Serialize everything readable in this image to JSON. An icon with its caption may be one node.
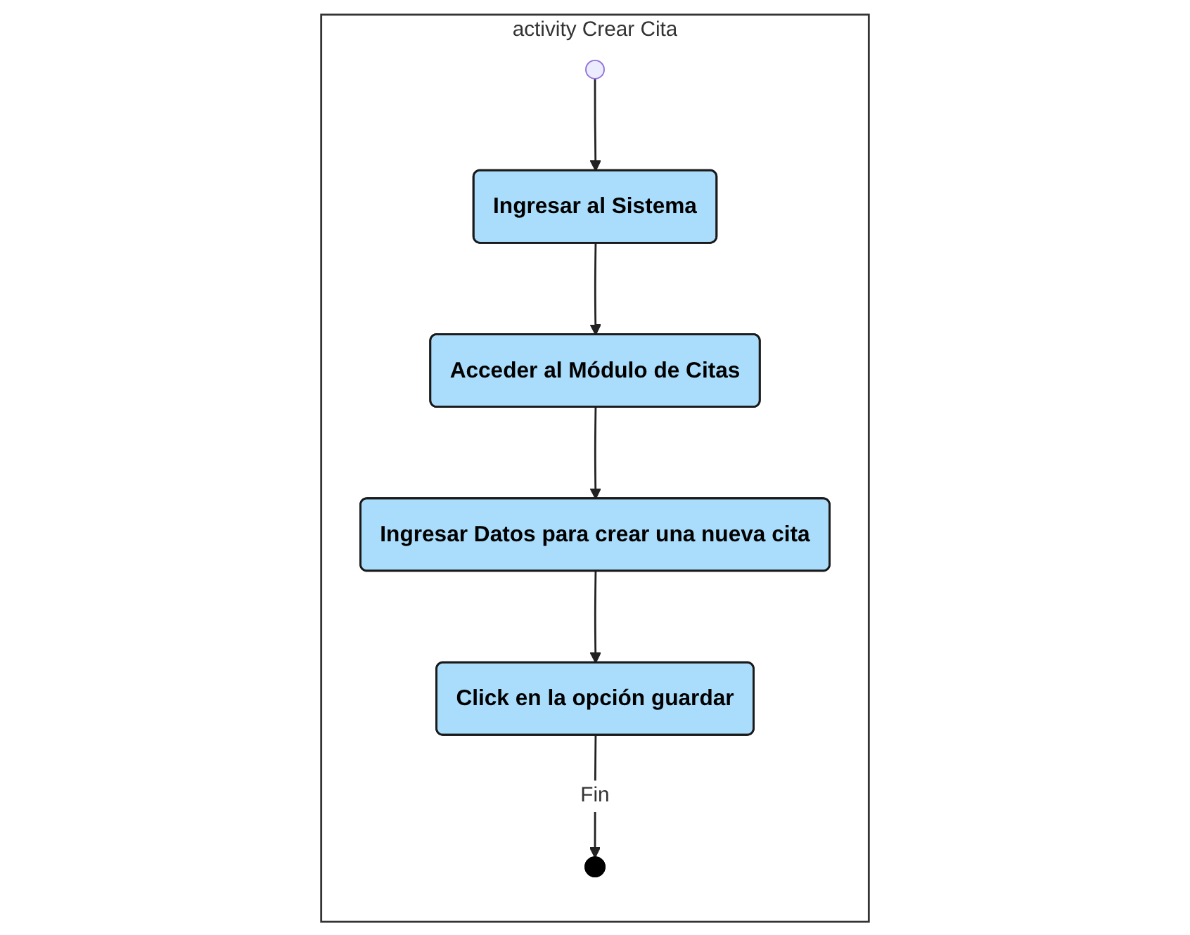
{
  "diagram": {
    "nodes": [
      {
        "text": [
          "activity Crear Cita"
        ]
      },
      {
        "text": [],
        "shape": "circle",
        "in": 0
      },
      {
        "text": [
          "Ingresar al Sistema"
        ],
        "in": 0
      },
      {
        "text": [
          "Acceder al Módulo de Citas"
        ],
        "in": 0
      },
      {
        "text": [
          "Ingresar Datos para crear una nueva cita"
        ],
        "in": 0
      },
      {
        "text": [
          "Click en la opción guardar"
        ],
        "in": 0
      },
      {
        "text": [],
        "shape": "bullseye",
        "in": 0
      }
    ],
    "edges": [
      {
        "from": 1,
        "to": 2,
        "arrow": "to"
      },
      {
        "from": 2,
        "to": 3,
        "arrow": "to"
      },
      {
        "from": 3,
        "to": 4,
        "arrow": "to"
      },
      {
        "from": 4,
        "to": 5,
        "arrow": "to"
      },
      {
        "from": 5,
        "to": 6,
        "arrow": "to",
        "label": "Fin"
      }
    ]
  }
}
